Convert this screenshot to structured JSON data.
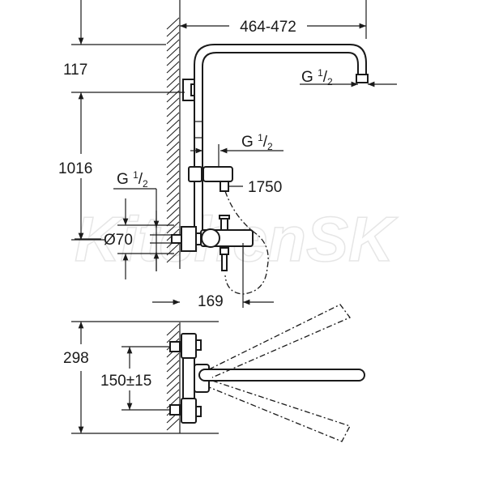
{
  "title": "Shower system dimension drawing",
  "watermark": "KitchenSK",
  "dimensions": {
    "arm_projection": "464-472",
    "arm_height": "117",
    "riser_height": "1016",
    "head_thread": {
      "base": "G",
      "num": "1",
      "den": "2"
    },
    "hose_thread": {
      "base": "G",
      "num": "1",
      "den": "2"
    },
    "inlet_thread": {
      "base": "G",
      "num": "1",
      "den": "2"
    },
    "hose_length": "1750",
    "escutcheon_diameter": "Ø70",
    "spout_projection": "169",
    "mixer_height": "298",
    "inlet_centres": "150±15"
  }
}
